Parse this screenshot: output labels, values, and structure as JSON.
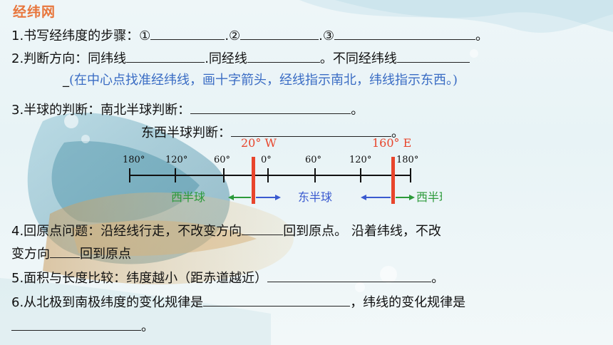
{
  "title": "经纬网",
  "q1": {
    "text": "1.书写经纬度的步骤：①",
    "sep1": ".②",
    "sep2": ".③",
    "end": "。"
  },
  "q2": {
    "text": "2.判断方向：同纬线",
    "mid": ".同经线",
    "mid2": "。不同经纬线"
  },
  "q2_hint": {
    "lead": "_",
    "text": "(在中心点找准经纬线，画十字箭头，经线指示南北，纬线指示东西。)"
  },
  "q3": {
    "text": "3.半球的判断：南北半球判断：",
    "end": "。"
  },
  "q3b": {
    "text": "东西半球判断：",
    "end": "。"
  },
  "diagram": {
    "label_20w": "20° W",
    "label_160e": "160° E",
    "ticks": [
      "180°",
      "120°",
      "60°",
      "0°",
      "60°",
      "120°",
      "180°"
    ],
    "west_left": "西半球",
    "east_mid": "东半球",
    "west_right": "西半球"
  },
  "q4": {
    "line1": "4.回原点问题：沿经线行走，不改变方向",
    "line1_after": "回到原点。   沿着纬线，不改",
    "line2": "变方向",
    "line2_after": "回到原点"
  },
  "q5": {
    "text": "5.面积与长度比较：纬度越小（距赤道越近）",
    "end": "。"
  },
  "q6": {
    "text": "6.从北极到南极纬度的变化规律是",
    "mid": "，纬线的变化规律是",
    "end": "。"
  },
  "colors": {
    "title": "#e8763c",
    "hint": "#3a6cc4",
    "marker": "#e8452c",
    "west": "#2c9a3a",
    "east": "#3a5ad0"
  }
}
